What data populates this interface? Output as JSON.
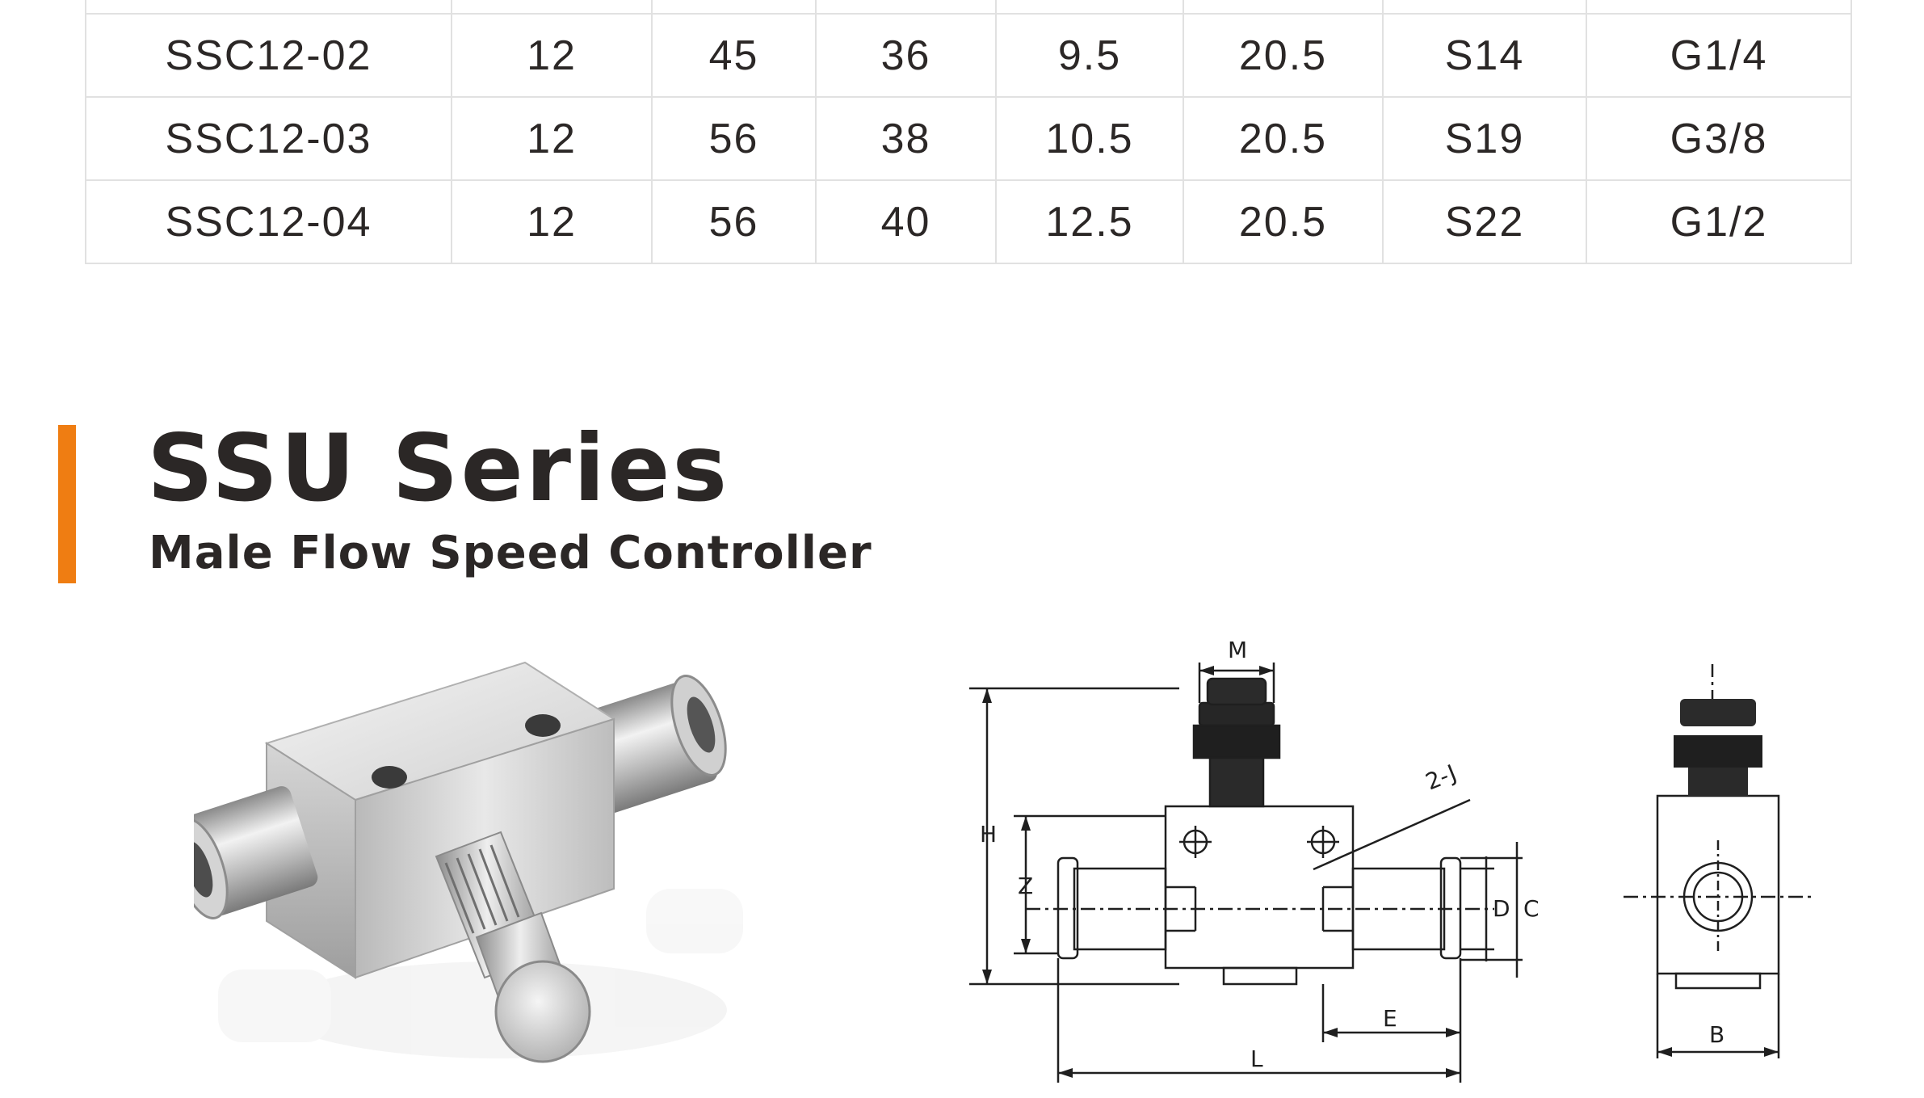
{
  "spec_table": {
    "rows": [
      [
        "SSC12-02",
        "12",
        "45",
        "36",
        "9.5",
        "20.5",
        "S14",
        "G1/4"
      ],
      [
        "SSC12-03",
        "12",
        "56",
        "38",
        "10.5",
        "20.5",
        "S19",
        "G3/8"
      ],
      [
        "SSC12-04",
        "12",
        "56",
        "40",
        "12.5",
        "20.5",
        "S22",
        "G1/2"
      ]
    ]
  },
  "section": {
    "title": "SSU Series",
    "subtitle": "Male Flow Speed Controller",
    "accent_color": "#ef7d12"
  },
  "drawing": {
    "labels": {
      "M": "M",
      "H": "H",
      "Z": "Z",
      "two_j": "2-J",
      "D": "D",
      "C": "C",
      "E": "E",
      "L": "L",
      "B": "B"
    }
  }
}
